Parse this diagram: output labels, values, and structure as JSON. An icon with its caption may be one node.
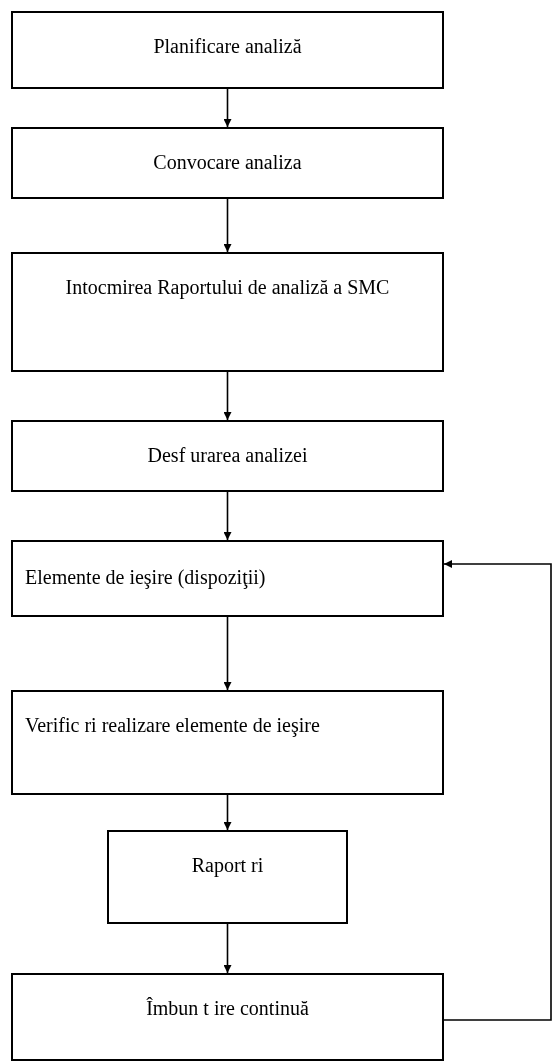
{
  "diagram": {
    "nodes": [
      {
        "text": [
          "Planificare analiză"
        ]
      },
      {
        "text": [
          "Convocare analiza"
        ]
      },
      {
        "text": [
          "Intocmirea Raportului de analiză a SMC"
        ]
      },
      {
        "text": [
          "Desf urarea analizei"
        ]
      },
      {
        "text": [
          "Elemente de ieşire (dispoziţii)"
        ]
      },
      {
        "text": [
          "Verific ri realizare elemente de ieşire"
        ]
      },
      {
        "text": [
          "Raport ri"
        ]
      },
      {
        "text": [
          "Îmbun t ire continuă"
        ]
      }
    ],
    "edges": [
      {
        "from": 0,
        "to": 1,
        "arrow": "to"
      },
      {
        "from": 1,
        "to": 2,
        "arrow": "to"
      },
      {
        "from": 2,
        "to": 3,
        "arrow": "to"
      },
      {
        "from": 3,
        "to": 4,
        "arrow": "to"
      },
      {
        "from": 4,
        "to": 5,
        "arrow": "to"
      },
      {
        "from": 5,
        "to": 6,
        "arrow": "to"
      },
      {
        "from": 6,
        "to": 7,
        "arrow": "to"
      },
      {
        "from": 7,
        "to": 4,
        "arrow": "to"
      }
    ]
  }
}
